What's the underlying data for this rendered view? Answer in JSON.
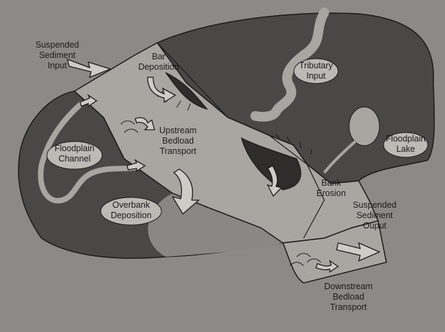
{
  "labels": {
    "suspended_sediment_input": "Suspended\nSediment\nInput",
    "bar_deposition": "Bar\nDeposition",
    "tributary_input": "Tributary\nInput",
    "floodplain_channel": "Floodplain\nChannel",
    "upstream_bedload_transport": "Upstream\nBedload\nTransport",
    "floodplain_lake": "Floodplain\nLake",
    "bank_erosion": "Bank\nErosion",
    "suspended_sediment_output": "Suspended\nSediment\nOuput",
    "overbank_deposition": "Overbank\nDeposition",
    "downstream_bedload_transport": "Downstream\nBedload\nTransport"
  },
  "colors": {
    "page": "#8c8986",
    "channel": "#a9a6a2",
    "floodplain": "#4a4846",
    "bar": "#2e2d2c",
    "outline": "#1a1a1a",
    "arrow_fill": "#cfccc8"
  }
}
